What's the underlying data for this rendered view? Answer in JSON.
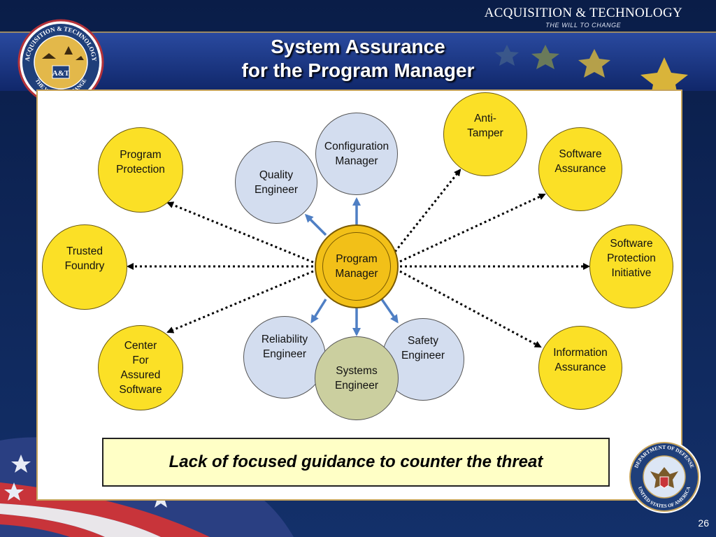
{
  "header": {
    "brand": "ACQUISITION & TECHNOLOGY",
    "tagline": "THE WILL TO CHANGE"
  },
  "slide": {
    "title_line1": "System Assurance",
    "title_line2": "for the Program Manager",
    "callout": "Lack of focused guidance to counter the threat",
    "page_number": "26"
  },
  "logos": {
    "at_seal_top": "ACQUISITION & TECHNOLOGY",
    "at_seal_bottom": "THE WILL TO CHANGE",
    "at_seal_monogram": "A&T",
    "dod_seal_top": "DEPARTMENT OF DEFENSE",
    "dod_seal_bottom": "UNITED STATES OF AMERICA"
  },
  "diagram": {
    "center": "Program\nManager",
    "team": {
      "quality": "Quality\nEngineer",
      "configuration": "Configuration\nManager",
      "reliability": "Reliability\nEngineer",
      "systems": "Systems\nEngineer",
      "safety": "Safety\nEngineer"
    },
    "initiatives": {
      "program_protection": "Program\nProtection",
      "trusted_foundry": "Trusted\nFoundry",
      "center_assured_software": "Center\nFor\nAssured\nSoftware",
      "anti_tamper": "Anti-\nTamper",
      "software_assurance": "Software\nAssurance",
      "software_protection_initiative": "Software\nProtection\nInitiative",
      "information_assurance": "Information\nAssurance"
    }
  },
  "colors": {
    "navy": "#0f2552",
    "initiative_yellow": "#fbe026",
    "pm_gold": "#f2c018",
    "team_blue": "#d3ddef",
    "systems_green": "#cbcf9f",
    "callout_bg": "#ffffc6",
    "blue_arrow": "#4f7fc4",
    "star_gold": "#d9b43a"
  }
}
